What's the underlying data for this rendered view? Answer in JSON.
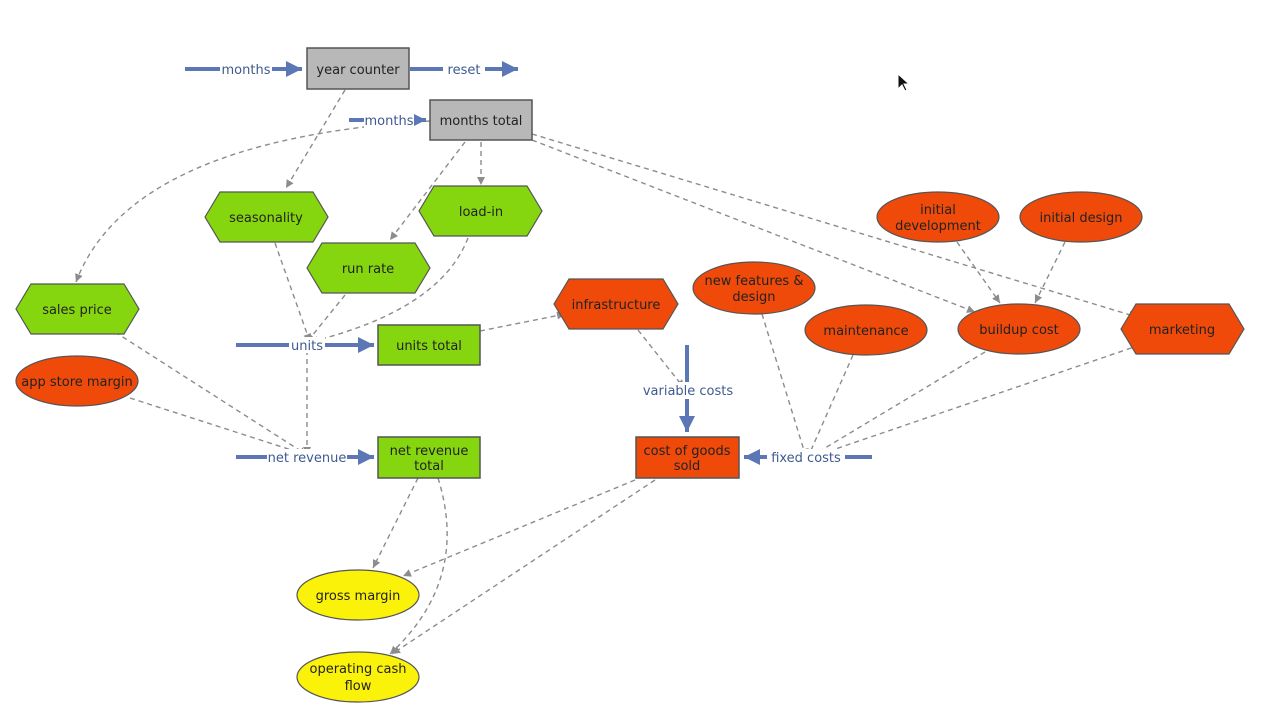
{
  "colors": {
    "gray_stock": "#b8b8b8",
    "green": "#86d60f",
    "orange": "#ef4a0a",
    "yellow": "#fbf20a",
    "flow_blue": "#5b77b5",
    "flow_text": "#3f5a8f",
    "dependency_gray": "#8c8c8c"
  },
  "stocks": {
    "year_counter": "year counter",
    "months_total": "months total",
    "units_total": "units total",
    "net_revenue_total": [
      "net revenue",
      "total"
    ],
    "cost_of_goods_sold": [
      "cost of goods",
      "sold"
    ]
  },
  "flows": {
    "months_in_year": "months",
    "reset": "reset",
    "months_in_total": "months",
    "units": "units",
    "net_revenue": "net revenue",
    "variable_costs": "variable costs",
    "fixed_costs": "fixed costs"
  },
  "variables": {
    "seasonality": "seasonality",
    "load_in": "load-in",
    "run_rate": "run rate",
    "sales_price": "sales price",
    "app_store_margin": "app store margin",
    "infrastructure": "infrastructure",
    "new_features_design": [
      "new features &",
      "design"
    ],
    "maintenance": "maintenance",
    "initial_development": [
      "initial",
      "development"
    ],
    "initial_design": "initial design",
    "buildup_cost": "buildup cost",
    "marketing": "marketing",
    "gross_margin": "gross margin",
    "operating_cash_flow": [
      "operating cash",
      "flow"
    ]
  },
  "icons": {
    "cursor": "mouse-pointer-icon"
  }
}
